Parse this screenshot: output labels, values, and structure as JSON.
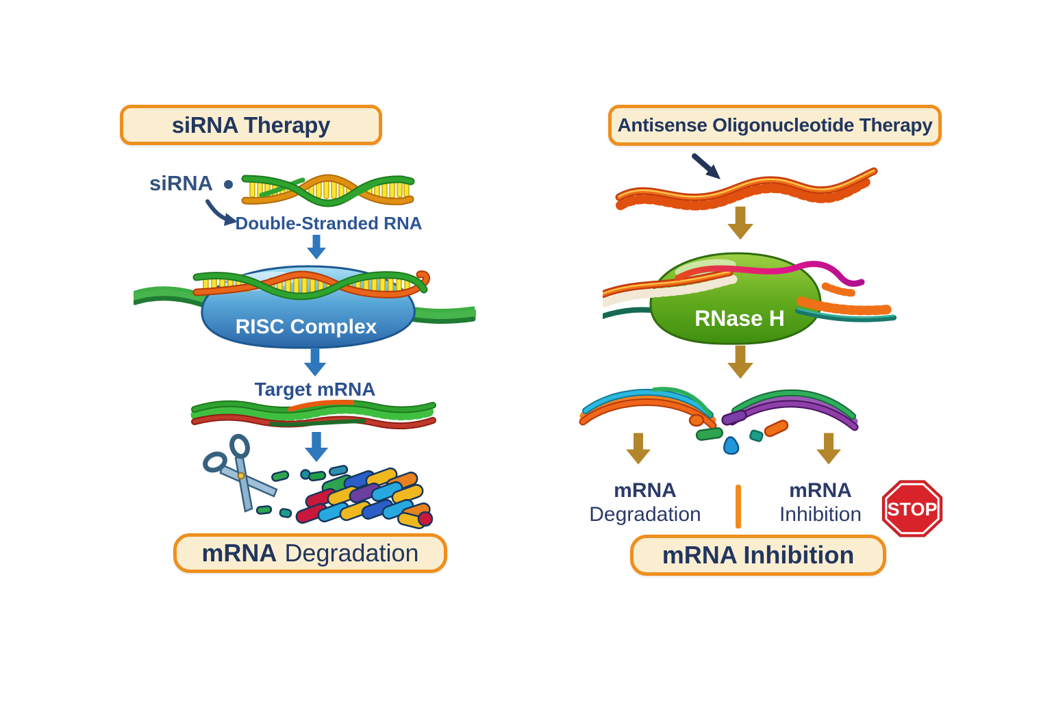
{
  "left_panel": {
    "title": "siRNA Therapy",
    "sirna_label": "siRNA",
    "double_stranded_rna_label": "Double-Stranded RNA",
    "risc_complex_label": "RISC Complex",
    "target_mrna_label": "Target mRNA",
    "result_bold": "mRNA",
    "result_rest": "Degradation"
  },
  "right_panel": {
    "title": "Antisense Oligonucleotide Therapy",
    "rnase_h_label": "RNase H",
    "outcome_left_line1": "mRNA",
    "outcome_left_line2": "Degradation",
    "outcome_right_line1": "mRNA",
    "outcome_right_line2": "Inhibition",
    "stop_sign_label": "STOP",
    "result_label": "mRNA Inhibition"
  },
  "colors": {
    "box_fill": "#FBEED0",
    "box_border": "#EE8F1D",
    "heading_text": "#21365F",
    "label_blue": "#2C5596",
    "arrow_blue": "#2E78BC",
    "arrow_gold": "#B3862C",
    "risc_blob_blue": "#2F6FB2",
    "rnase_blob_green": "#4C9A1C",
    "stop_sign_red": "#D8232A"
  }
}
